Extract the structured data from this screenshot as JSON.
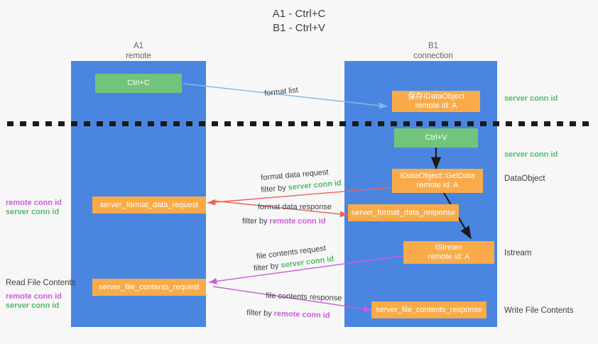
{
  "title": {
    "line1": "A1 - Ctrl+C",
    "line2": "B1 - Ctrl+V"
  },
  "lanes": [
    {
      "name": "A1",
      "sub": "remote"
    },
    {
      "name": "B1",
      "sub": "connection"
    }
  ],
  "colors": {
    "lane": "#4a86e0",
    "green_box": "#72c47a",
    "orange_box": "#f9ab49",
    "server_conn_id": "#56b96a",
    "remote_conn_id": "#c95fd6",
    "arrow_blue": "#8ab4e8",
    "arrow_red": "#e8645c",
    "arrow_magenta": "#c95fd6",
    "arrow_dark": "#1a1a1a",
    "background": "#f7f7f7"
  },
  "boxes": {
    "ctrl_c": "Ctrl+C",
    "ctrl_v": "Ctrl+V",
    "idataobject": {
      "line1": "保存IDataObject",
      "line2": "remote id: A"
    },
    "getdata": {
      "line1": "IDataObject::GetData",
      "line2": "remote id: A"
    },
    "istream": {
      "line1": "IStream",
      "line2": "remote id: A"
    },
    "format_data_request": "server_format_data_request",
    "format_data_response": "server_format_data_response",
    "file_contents_request": "server_file_contents_request",
    "file_contents_response": "server_file_contents_response"
  },
  "right_labels": {
    "server_conn_id_1": "server conn id",
    "server_conn_id_2": "server conn id",
    "dataobject": "DataObject",
    "istream": "Istream",
    "write_file_contents": "Write File Contents"
  },
  "left_labels": {
    "remote_conn_id_1": "remote conn id",
    "server_conn_id_1": "server conn id",
    "read_file_contents": "Read File Contents",
    "remote_conn_id_2": "remote conn id",
    "server_conn_id_2": "server conn id"
  },
  "captions": {
    "format_list": "format list",
    "format_data_request": "format data request",
    "format_data_request_filter_prefix": "filter by ",
    "format_data_request_filter_value": "server conn id",
    "format_data_response": "format data response",
    "format_data_response_filter_prefix": "filter by ",
    "format_data_response_filter_value": "remote conn id",
    "file_contents_request": "file contents request",
    "file_contents_request_filter_prefix": "filter by ",
    "file_contents_request_filter_value": "server conn id",
    "file_contents_response": "file contents response",
    "file_contents_response_filter_prefix": "filter by ",
    "file_contents_response_filter_value": "remote conn id"
  }
}
